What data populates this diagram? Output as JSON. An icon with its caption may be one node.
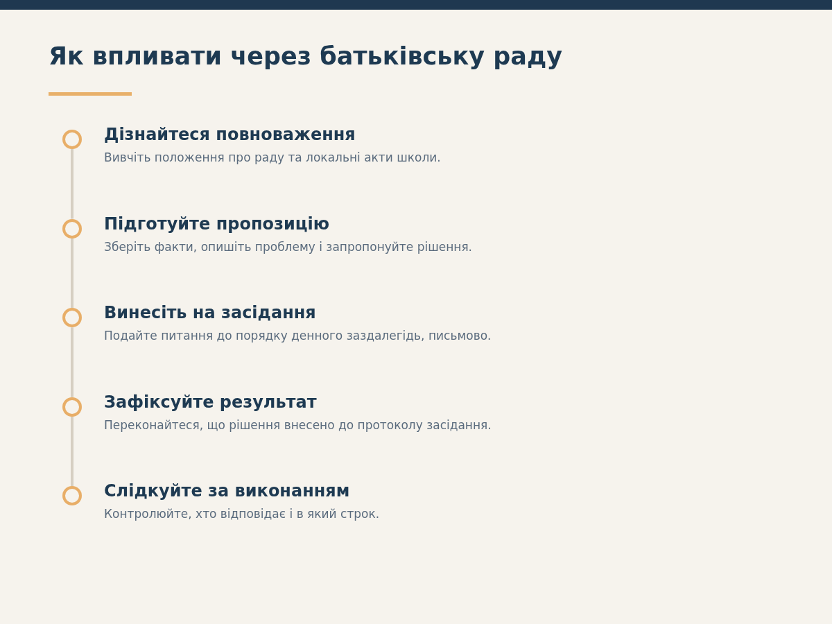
{
  "diagram": {
    "title": "Як впливати через батьківську раду",
    "nodes": [
      {
        "text": [
          "Дізнайтеся повноваження",
          "Вивчіть положення про раду та локальні акти школи."
        ]
      },
      {
        "text": [
          "Підготуйте пропозицію",
          "Зберіть факти, опишіть проблему і запропонуйте рішення."
        ]
      },
      {
        "text": [
          "Винесіть на засідання",
          "Подайте питання до порядку денного заздалегідь, письмово."
        ]
      },
      {
        "text": [
          "Зафіксуйте результат",
          "Переконайтеся, що рішення внесено до протоколу засідання."
        ]
      },
      {
        "text": [
          "Слідкуйте за виконанням",
          "Контролюйте, хто відповідає і в який строк."
        ]
      }
    ],
    "edges": [
      {
        "from": 0,
        "to": 1,
        "arrow": "none"
      },
      {
        "from": 1,
        "to": 2,
        "arrow": "none"
      },
      {
        "from": 2,
        "to": 3,
        "arrow": "none"
      },
      {
        "from": 3,
        "to": 4,
        "arrow": "none"
      }
    ]
  }
}
